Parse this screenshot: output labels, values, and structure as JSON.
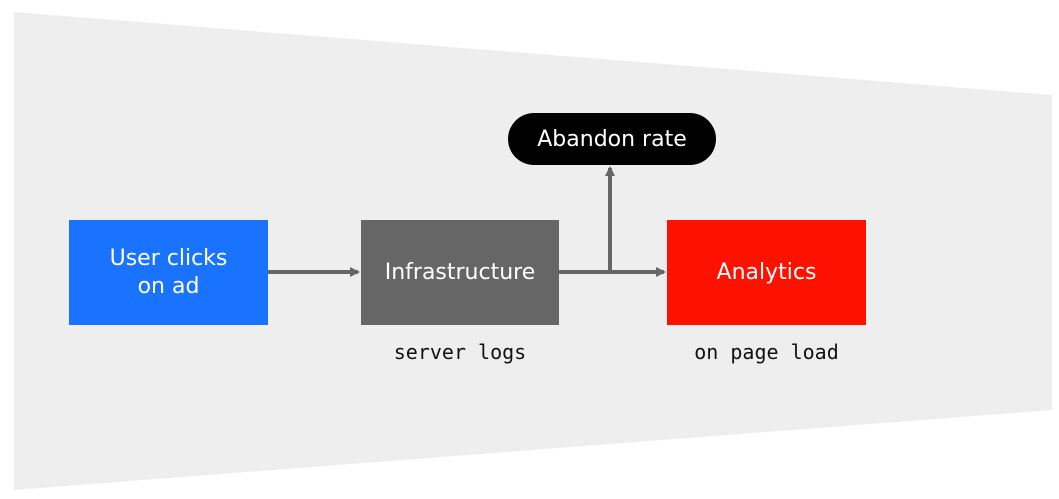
{
  "colors": {
    "backdrop": "#eeeeee",
    "user_box": "#1a73ff",
    "infra_box": "#666666",
    "analytics_box": "#ff1100",
    "pill": "#000000",
    "arrow": "#666666",
    "text_on_box": "#ffffff"
  },
  "nodes": {
    "user": {
      "label": "User clicks\non ad"
    },
    "infrastructure": {
      "label": "Infrastructure",
      "caption": "server logs"
    },
    "analytics": {
      "label": "Analytics",
      "caption": "on page load"
    },
    "abandon": {
      "label": "Abandon rate"
    }
  },
  "edges": [
    {
      "from": "user",
      "to": "infrastructure"
    },
    {
      "from": "infrastructure",
      "to": "analytics"
    },
    {
      "from": "infrastructure",
      "to": "abandon"
    }
  ]
}
